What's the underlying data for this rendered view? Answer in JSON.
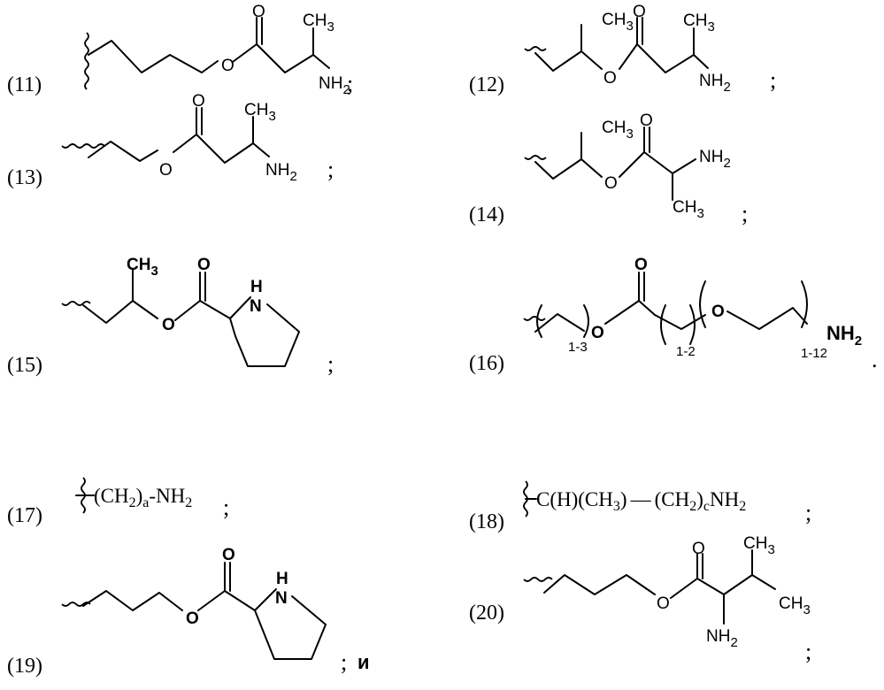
{
  "labels": {
    "s11": "(11)",
    "s12": "(12)",
    "s13": "(13)",
    "s14": "(14)",
    "s15": "(15)",
    "s16": "(16)",
    "s17": "(17)",
    "s18": "(18)",
    "s19": "(19)",
    "s20": "(20)"
  },
  "atoms": {
    "O": "O",
    "N": "N",
    "H": "H",
    "CH": "CH",
    "CH3": "CH",
    "NH": "NH",
    "NH2": "NH",
    "sub2": "2",
    "sub3": "3"
  },
  "ranges": {
    "r13": "1-3",
    "r12": "1-2",
    "r112": "1-12"
  },
  "formula17": {
    "open": "(CH",
    "sub2": "2",
    "close": ")",
    "suba": "a",
    "tail": "-NH",
    "sub2b": "2"
  },
  "formula18": {
    "head": "C(H)(CH",
    "sub3": "3",
    "mid": ")",
    "dash": "—",
    "open": "(CH",
    "sub2": "2",
    "close": ")",
    "subc": "c",
    "tail": "NH",
    "sub2b": "2"
  },
  "punctuation": {
    "semicolon": ";",
    "period": ".",
    "and": "и"
  }
}
